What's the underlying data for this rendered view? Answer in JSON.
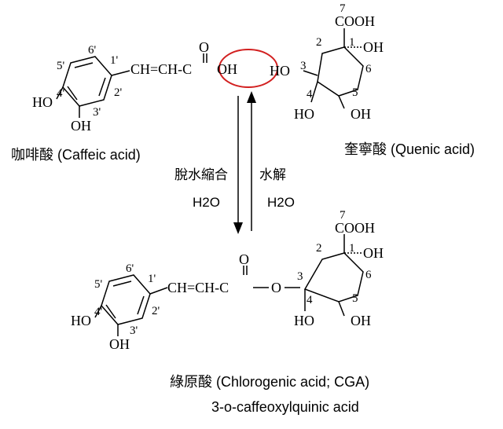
{
  "caffeic": {
    "caption": "咖啡酸 (Caffeic acid)",
    "num_6p": "6'",
    "num_1p": "1'",
    "num_5p": "5'",
    "num_2p": "2'",
    "num_4p": "4'",
    "num_3p": "3'",
    "ho": "HO",
    "oh": "OH",
    "chain": "CH=CH-C",
    "carbonyl_o": "O",
    "acid_oh": "OH"
  },
  "quinic": {
    "caption": "奎寧酸 (Quenic acid)",
    "c7": "7",
    "cooh": "COOH",
    "c2": "2",
    "c1": "1",
    "oh1": "OH",
    "ho3": "HO",
    "c3": "3",
    "c6": "6",
    "c4": "4",
    "c5": "5",
    "ho4": "HO",
    "oh5": "OH"
  },
  "reaction": {
    "forward": "脫水縮合",
    "reverse": "水解",
    "water_forward": "H2O",
    "water_reverse": "H2O",
    "highlight_color": "#d22020"
  },
  "cga": {
    "num_6p": "6'",
    "num_1p": "1'",
    "num_5p": "5'",
    "num_2p": "2'",
    "num_4p": "4'",
    "num_3p": "3'",
    "ho": "HO",
    "oh": "OH",
    "chain": "CH=CH-C",
    "carbonyl_o": "O",
    "ester_o": "O",
    "c7": "7",
    "cooh": "COOH",
    "c2": "2",
    "c1": "1",
    "oh1": "OH",
    "c3": "3",
    "c6": "6",
    "c4": "4",
    "c5": "5",
    "ho4": "HO",
    "oh5": "OH",
    "caption": "綠原酸 (Chlorogenic acid; CGA)",
    "subcaption": "3-o-caffeoxylquinic acid"
  }
}
